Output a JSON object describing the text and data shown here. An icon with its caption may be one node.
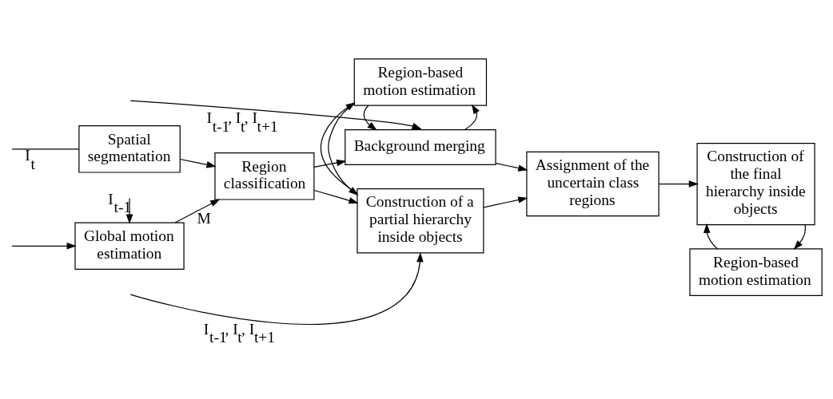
{
  "diagram": {
    "nodes": [
      {
        "text": [
          "Spatial segmentation"
        ]
      },
      {
        "text": [
          "Global motion estimation"
        ]
      },
      {
        "text": [
          "Region classification"
        ]
      },
      {
        "text": [
          "Background merging"
        ]
      },
      {
        "text": [
          "Region-based motion estimation"
        ]
      },
      {
        "text": [
          "Construction of a partial hierarchy inside objects"
        ]
      },
      {
        "text": [
          "Assignment of the uncertain class regions"
        ]
      },
      {
        "text": [
          "Construction of the final hierarchy inside objects"
        ]
      },
      {
        "text": [
          "Region-based motion estimation"
        ]
      }
    ],
    "edges": [
      {
        "from": null,
        "to": 0,
        "arrow": "none",
        "label": "I$_{t}$"
      },
      {
        "from": null,
        "to": 1,
        "arrow": "to"
      },
      {
        "from": null,
        "to": 1,
        "arrow": "to",
        "label": "I$_{t-1}$"
      },
      {
        "from": 0,
        "to": 2,
        "arrow": "to"
      },
      {
        "from": 1,
        "to": 2,
        "arrow": "to",
        "label": "M"
      },
      {
        "from": 2,
        "to": 3,
        "arrow": "to"
      },
      {
        "from": 2,
        "to": 5,
        "arrow": "to"
      },
      {
        "from": null,
        "to": 3,
        "arrow": "to",
        "label": "I$_{t-1}$, I$_{t}$, I$_{t+1}$"
      },
      {
        "from": 3,
        "to": 4,
        "arrow": "to"
      },
      {
        "from": 4,
        "to": 3,
        "arrow": "to"
      },
      {
        "from": 4,
        "to": 5,
        "arrow": "to"
      },
      {
        "from": 5,
        "to": 4,
        "arrow": "to"
      },
      {
        "from": null,
        "to": 5,
        "arrow": "to",
        "label": "I$_{t-1}$, I$_{t}$, I$_{t+1}$"
      },
      {
        "from": 3,
        "to": 6,
        "arrow": "to"
      },
      {
        "from": 5,
        "to": 6,
        "arrow": "to"
      },
      {
        "from": 6,
        "to": 7,
        "arrow": "to"
      },
      {
        "from": 7,
        "to": 8,
        "arrow": "to"
      },
      {
        "from": 8,
        "to": 7,
        "arrow": "to"
      }
    ]
  }
}
